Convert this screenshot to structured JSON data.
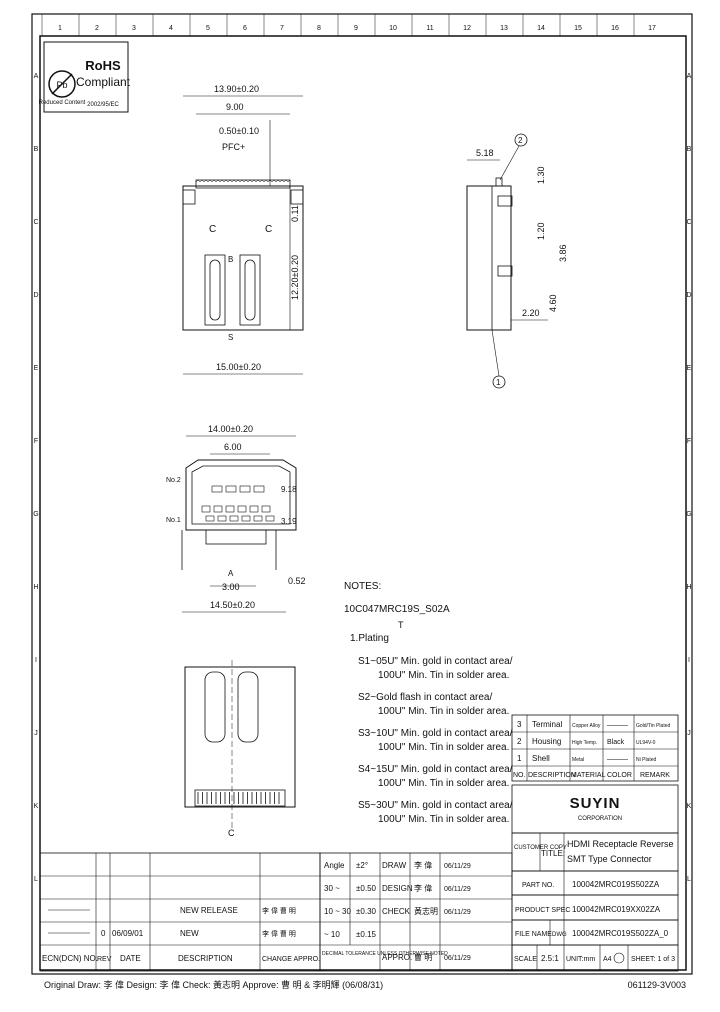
{
  "drawing": {
    "top_ruler": [
      "1",
      "2",
      "3",
      "4",
      "5",
      "6",
      "7",
      "8",
      "9",
      "10",
      "11",
      "12",
      "13",
      "14",
      "15",
      "16",
      "17"
    ],
    "side_ruler": [
      "A",
      "B",
      "C",
      "D",
      "E",
      "F",
      "G",
      "H",
      "I",
      "J",
      "K",
      "L"
    ],
    "rohs": {
      "title": "RoHS",
      "subtitle": "Compliant",
      "logo_text": "Pb",
      "logo_caption": "Reduced Content",
      "directive": "2002/95/EC"
    }
  },
  "dimensions": {
    "top_view": {
      "width_top": "13.90±0.20",
      "d9": "9.00",
      "pitch": "0.50±0.10",
      "pitch_note": "PFC+",
      "height": "12.20±0.20",
      "d011": "0.11",
      "width_bottom": "15.00±0.20",
      "b_label": "B",
      "s_label": "S"
    },
    "side_view": {
      "d518": "5.18",
      "d130": "1.30",
      "d120": "1.20",
      "d386": "3.86",
      "d460": "4.60",
      "d220": "2.20",
      "balloon1": "1",
      "balloon2": "2"
    },
    "front_view": {
      "width_top": "14.00±0.20",
      "d600": "6.00",
      "d918": "9.18",
      "d319": "3.19",
      "d300": "3.00",
      "d052": "0.52",
      "width_bottom": "14.50±0.20",
      "balloon_no2": "No.2",
      "balloon_no1": "No.1",
      "a_label": "A"
    },
    "bottom_view": {
      "c_label": "C"
    }
  },
  "notes": {
    "title": "NOTES:",
    "part": "10C047MRC19S_S02A",
    "part_t": "T",
    "plating": "1.Plating",
    "items": [
      [
        "S1~05U\" Min. gold in contact area/",
        "100U\" Min. Tin in solder area."
      ],
      [
        "S2~Gold flash in contact area/",
        "100U\" Min. Tin in solder area."
      ],
      [
        "S3~10U\" Min. gold in contact area/",
        "100U\" Min. Tin in solder area."
      ],
      [
        "S4~15U\" Min. gold in contact area/",
        "100U\" Min. Tin in solder area."
      ],
      [
        "S5~30U\" Min. gold in contact area/",
        "100U\" Min. Tin in solder area."
      ]
    ]
  },
  "bom": {
    "rows": [
      {
        "no": "3",
        "desc": "Terminal",
        "material": "Copper Alloy",
        "color": "———",
        "remark": "Gold/Tin Plated"
      },
      {
        "no": "2",
        "desc": "Housing",
        "material": "High Temp.",
        "color": "Black",
        "remark": "UL94V-0"
      },
      {
        "no": "1",
        "desc": "Shell",
        "material": "Metal",
        "color": "———",
        "remark": "Ni Plated"
      }
    ],
    "header": {
      "no": "NO.",
      "desc": "DESCRIPTION",
      "material": "MATERIAL",
      "color": "COLOR",
      "remark": "REMARK"
    }
  },
  "title_block": {
    "company": "SUYIN",
    "company_sub": "CORPORATION",
    "customer_copy": "CUSTOMER COPY",
    "title_label": "TITLE:",
    "title_line1": "HDMI Receptacle Reverse",
    "title_line2": "SMT Type Connector",
    "part_no_label": "PART NO.",
    "part_no": "100042MRC019S502ZA",
    "product_spec_label": "PRODUCT SPEC",
    "product_spec": "100042MRC019XX02ZA",
    "file_name_label": "FILE NAME",
    "file_name_dwg": "DWG",
    "file_name": "100042MRC019S502ZA_0",
    "scale_label": "SCALE",
    "scale": "2.5:1",
    "unit": "UNIT:mm",
    "paper": "A4",
    "sheet": "SHEET: 1 of 3",
    "drawing_no": "061129-3V003"
  },
  "tolerance": {
    "angle_label": "Angle",
    "angle_value": "±2°",
    "rows": [
      [
        "30 ~",
        "±0.50"
      ],
      [
        "10 ~ 30",
        "±0.30"
      ],
      [
        "~ 10",
        "±0.15"
      ]
    ],
    "note": "DECIMAL TOLERANCE UNLESS OTHERWISE NOTED"
  },
  "approvals": [
    {
      "label": "DRAW",
      "sign": "李 偉",
      "date": "06/11/29"
    },
    {
      "label": "DESIGN",
      "sign": "李 偉",
      "date": "06/11/29"
    },
    {
      "label": "CHECK",
      "sign": "黃志明",
      "date": "06/11/29"
    },
    {
      "label": "APPRO.",
      "sign": "曹 明",
      "date": "06/11/29"
    }
  ],
  "revisions": {
    "rows": [
      {
        "rev": "",
        "date": "",
        "desc": "NEW RELEASE",
        "change": "李 偉 曹 明"
      },
      {
        "rev": "0",
        "date": "06/09/01",
        "desc": "NEW",
        "change": "李 偉 曹 明"
      }
    ],
    "header": {
      "ecn": "ECN(DCN) NO.",
      "rev": "REV",
      "date": "DATE",
      "desc": "DESCRIPTION",
      "change": "CHANGE APPRO."
    }
  },
  "footer": {
    "text": "Original Draw: 李 偉 Design: 李 偉 Check: 黃志明 Approve: 曹 明 & 李明輝 (06/08/31)",
    "drawing_no": "061129-3V003"
  }
}
